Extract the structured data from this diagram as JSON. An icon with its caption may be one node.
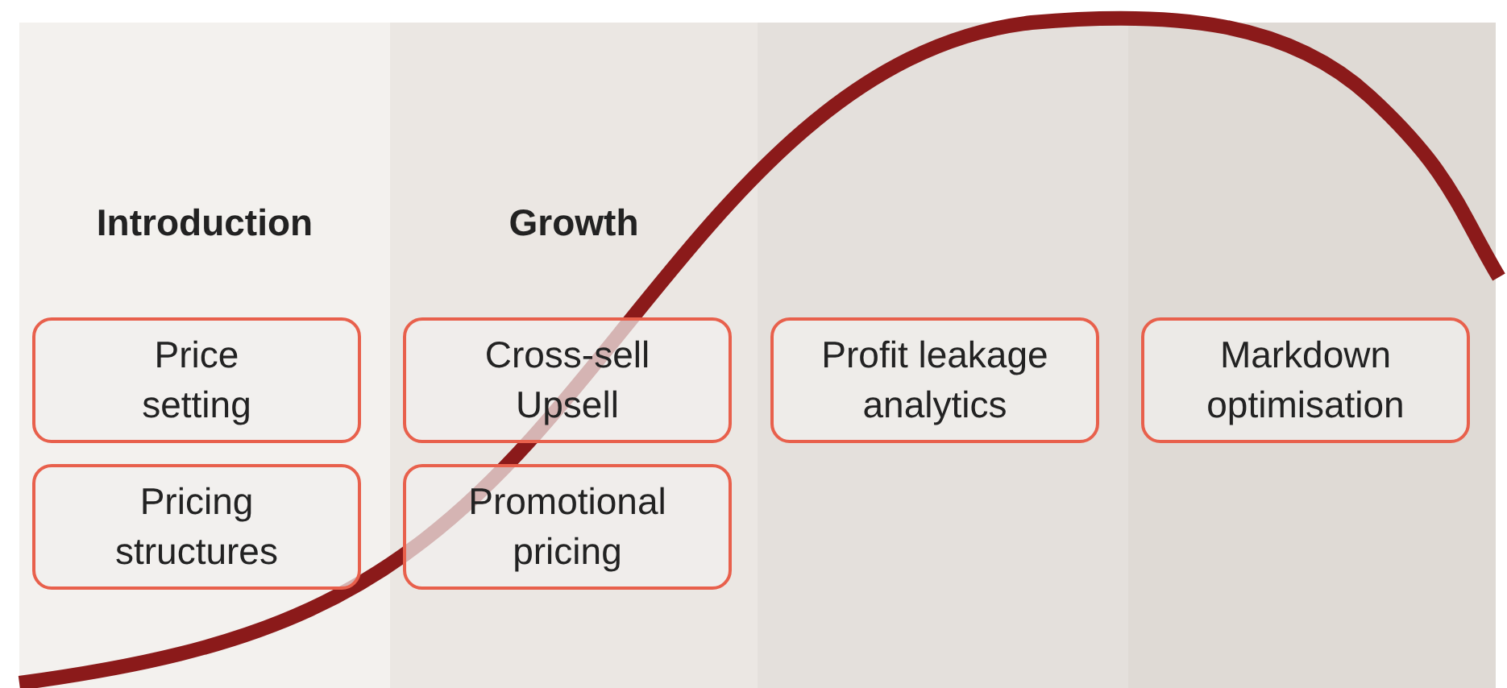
{
  "diagram": {
    "nodes": [
      {
        "text": [
          "Introduction"
        ]
      },
      {
        "text": [
          "Price setting"
        ],
        "in": 0
      },
      {
        "text": [
          "Pricing structures"
        ],
        "in": 0
      },
      {
        "text": [
          "Growth"
        ]
      },
      {
        "text": [
          "Cross-sell Upsell"
        ],
        "in": 3
      },
      {
        "text": [
          "Promotional pricing"
        ],
        "in": 3
      },
      {
        "text": [],
        "shape": "band"
      },
      {
        "text": [
          "Profit leakage analytics"
        ],
        "in": 6
      },
      {
        "text": [],
        "shape": "band"
      },
      {
        "text": [
          "Markdown optimisation"
        ],
        "in": 8
      }
    ]
  }
}
